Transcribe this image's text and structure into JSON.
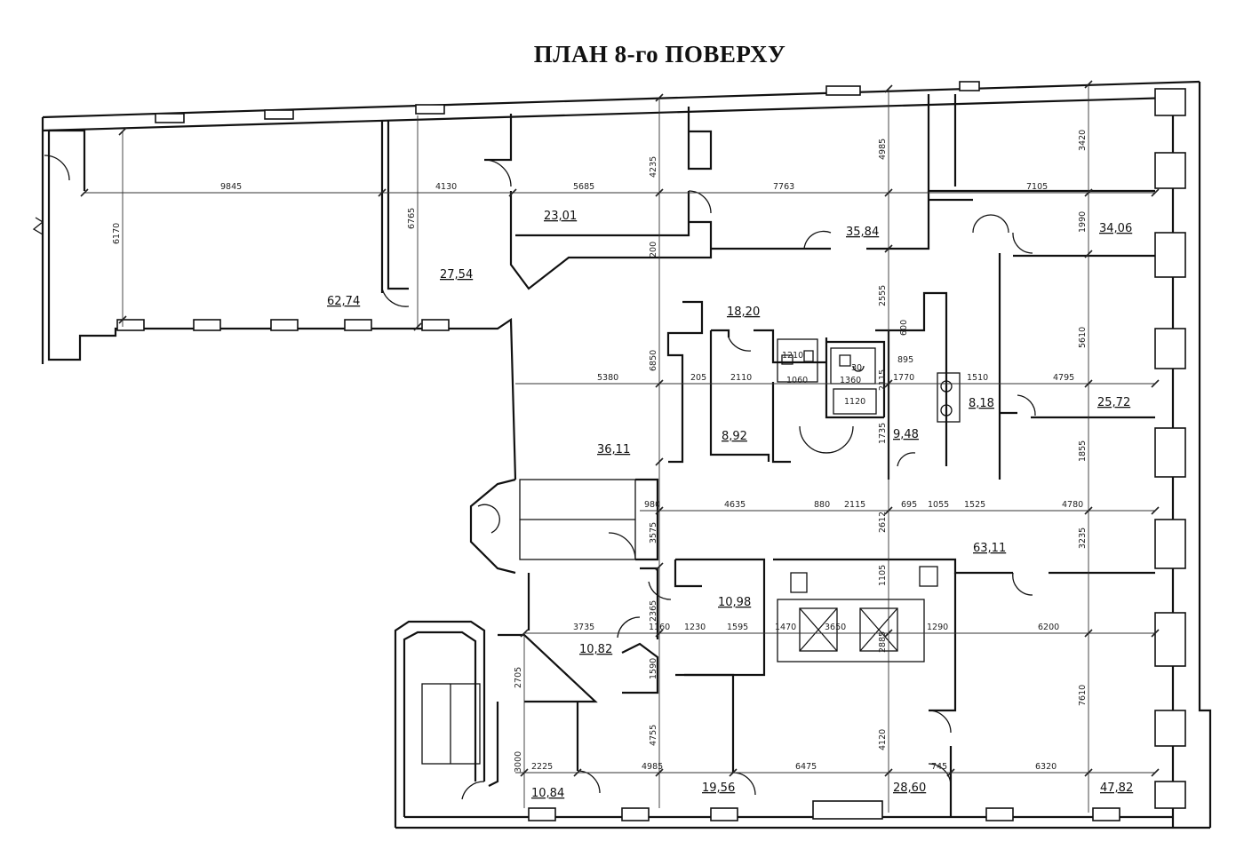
{
  "title": "ПЛАН 8-го ПОВЕРХУ",
  "rooms": [
    {
      "id": "r1",
      "area": "62,74"
    },
    {
      "id": "r2",
      "area": "27,54"
    },
    {
      "id": "r3",
      "area": "23,01"
    },
    {
      "id": "r4",
      "area": "35,84"
    },
    {
      "id": "r5",
      "area": "34,06"
    },
    {
      "id": "r6",
      "area": "18,20"
    },
    {
      "id": "r7",
      "area": "36,11"
    },
    {
      "id": "r8",
      "area": "8,92"
    },
    {
      "id": "r9",
      "area": "9,48"
    },
    {
      "id": "r10",
      "area": "8,18"
    },
    {
      "id": "r11",
      "area": "25,72"
    },
    {
      "id": "r12",
      "area": "63,11"
    },
    {
      "id": "r13",
      "area": "10,98"
    },
    {
      "id": "r14",
      "area": "10,82"
    },
    {
      "id": "r15",
      "area": "10,84"
    },
    {
      "id": "r16",
      "area": "19,56"
    },
    {
      "id": "r17",
      "area": "28,60"
    },
    {
      "id": "r18",
      "area": "47,82"
    }
  ],
  "dimensions": {
    "d9845": "9845",
    "d6170": "6170",
    "d4130": "4130",
    "d6765": "6765",
    "d5685": "5685",
    "d4235": "4235",
    "d7763": "7763",
    "d4985a": "4985",
    "d7105": "7105",
    "d3420": "3420",
    "d1990": "1990",
    "d200": "200",
    "d2555": "2555",
    "d600": "600",
    "d6850": "6850",
    "d5380": "5380",
    "d205": "205",
    "d2110": "2110",
    "d895": "895",
    "d2115a": "2115",
    "d1770": "1770",
    "d1510": "1510",
    "d4795": "4795",
    "d5610": "5610",
    "d1735": "1735",
    "d1855": "1855",
    "d980": "980",
    "d4635": "4635",
    "d880": "880",
    "d2115b": "2115",
    "d695": "695",
    "d1055": "1055",
    "d1525": "1525",
    "d4780": "4780",
    "d3575": "3575",
    "d2612": "2612",
    "d3235": "3235",
    "d1105": "1105",
    "d2365": "2365",
    "d3735": "3735",
    "d1160": "1160",
    "d1230": "1230",
    "d1595": "1595",
    "d1470": "1470",
    "d3650": "3650",
    "d2885": "2885",
    "d1290": "1290",
    "d6200": "6200",
    "d2705": "2705",
    "d1590": "1590",
    "d7610": "7610",
    "d4755": "4755",
    "d4120": "4120",
    "d3000": "3000",
    "d2225": "2225",
    "d4985b": "4985",
    "d6475": "6475",
    "d745": "745",
    "d6320": "6320",
    "w1": "1210",
    "w2": "1060",
    "w3": "1360",
    "w4": "30",
    "w5": "1120"
  }
}
